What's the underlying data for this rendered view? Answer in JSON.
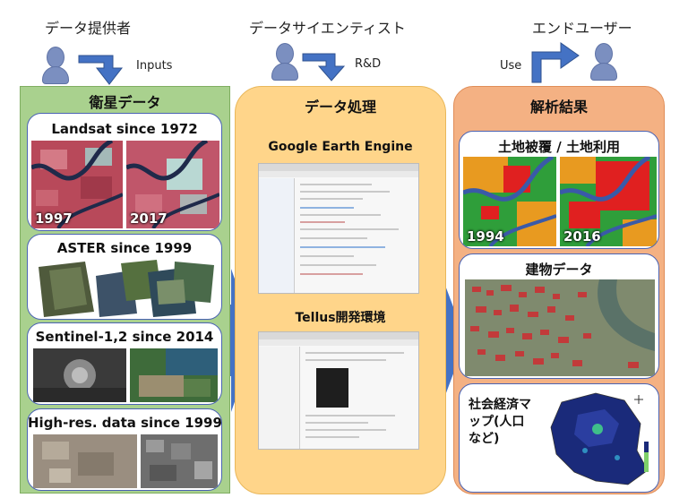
{
  "actors": {
    "provider": "データ提供者",
    "scientist": "データサイエンティスト",
    "enduser": "エンドユーザー"
  },
  "arrows": {
    "inputs": "Inputs",
    "rnd": "R&D",
    "use": "Use"
  },
  "columns": {
    "satellite": {
      "title": "衛星データ",
      "cards": [
        {
          "title": "Landsat since 1972",
          "years": [
            "1997",
            "2017"
          ]
        },
        {
          "title": "ASTER since 1999"
        },
        {
          "title": "Sentinel-1,2 since 2014"
        },
        {
          "title": "High-res. data since 1999"
        }
      ]
    },
    "processing": {
      "title": "データ処理",
      "tools": [
        "Google Earth Engine",
        "Tellus開発環境"
      ]
    },
    "results": {
      "title": "解析結果",
      "cards": [
        {
          "title": "土地被覆 / 土地利用",
          "years": [
            "1994",
            "2016"
          ]
        },
        {
          "title": "建物データ"
        },
        {
          "title": "社会経済マップ(人口など)",
          "lines": [
            "社会経済マ",
            "ップ(人口",
            "など)"
          ]
        }
      ]
    }
  },
  "colors": {
    "satellite_bg": "#a9d18e",
    "processing_bg": "#ffd58a",
    "results_bg": "#f4b183",
    "flow_arrow": "#4472c4",
    "card_border": "#4a63b3"
  }
}
